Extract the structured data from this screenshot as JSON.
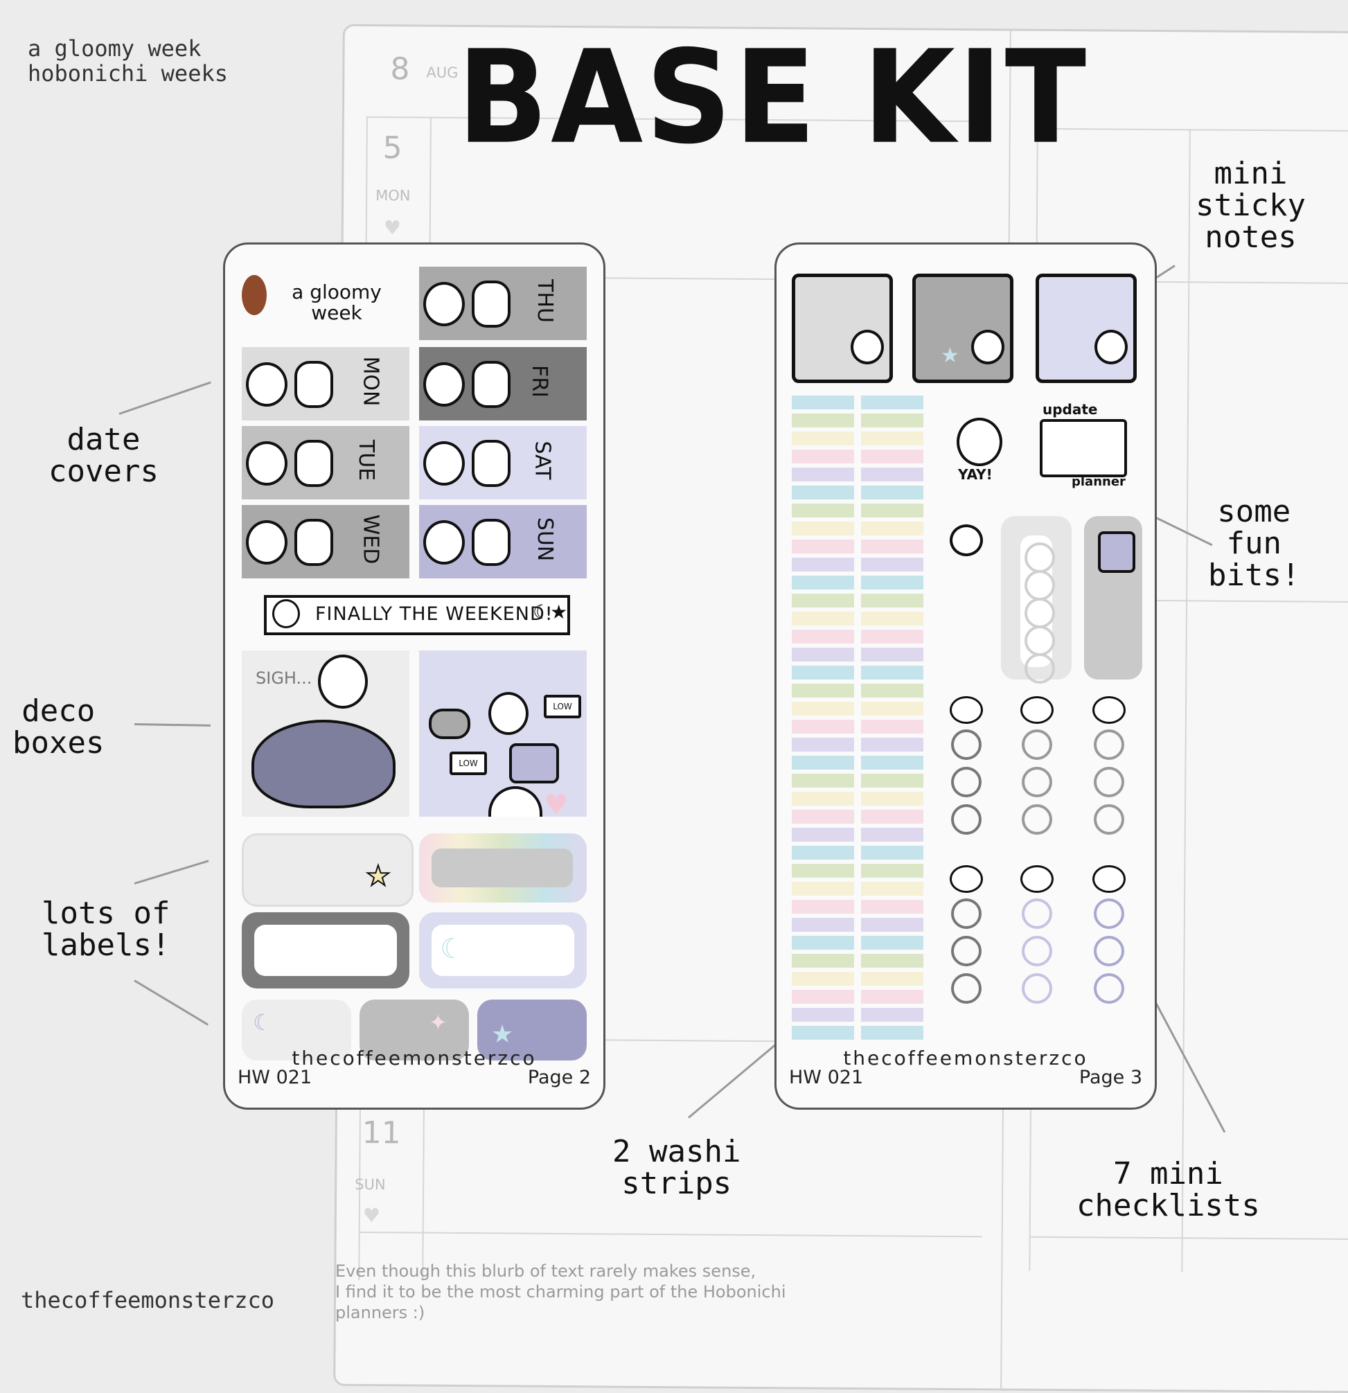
{
  "header": {
    "corner_line1": "a gloomy week",
    "corner_line2": "hobonichi weeks",
    "title": "BASE KIT",
    "brand_bottom": "thecoffeemonsterzco"
  },
  "planner": {
    "month_num": "8",
    "month_label": "AUG",
    "day_top_num": "5",
    "day_top_label": "MON",
    "day_bottom_num": "11",
    "day_bottom_label": "SUN",
    "footnote_line1": "Even though this blurb of text rarely makes sense,",
    "footnote_line2": "I find it to be the most charming part of the Hobonichi",
    "footnote_line3": "planners :)"
  },
  "annotations": {
    "date_covers": "date\ncovers",
    "deco_boxes": "deco\nboxes",
    "lots_of_labels": "lots of\nlabels!",
    "mini_sticky_notes": "mini\nsticky\nnotes",
    "some_fun_bits": "some\nfun\nbits!",
    "washi_strips": "2 washi\nstrips",
    "mini_checklists": "7 mini\nchecklists"
  },
  "sheet_left": {
    "header_text_1": "a gloomy",
    "header_text_2": "week",
    "days": [
      "THU",
      "MON",
      "FRI",
      "TUE",
      "SAT",
      "WED",
      "SUN"
    ],
    "banner": "FINALLY THE WEEKEND!",
    "sigh": "SIGH...",
    "battery": "LOW",
    "brand": "thecoffeemonsterzco",
    "code": "HW 021",
    "page": "Page 2"
  },
  "sheet_right": {
    "yay": "YAY!",
    "update": "update",
    "planner": "planner",
    "brand": "thecoffeemonsterzco",
    "code": "HW 021",
    "page": "Page 3"
  },
  "colors": {
    "gray_light": "#c9c9c9",
    "gray_mid": "#a9a9a9",
    "gray_dark": "#7b7b7b",
    "lavender_light": "#dcdcf0",
    "lavender_mid": "#b9b8d9",
    "washi_blue": "#c5e3ea",
    "washi_green": "#dbe6c6",
    "washi_yellow": "#f6f0d6",
    "washi_pink": "#f6dde6",
    "washi_purple": "#ddd8ee"
  }
}
